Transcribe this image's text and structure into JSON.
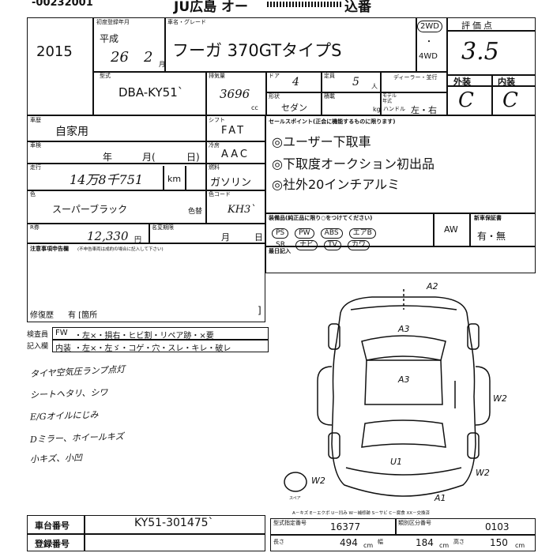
{
  "header": {
    "top_cut_left": "-00232001",
    "top_cut_right": "JU広島 オー",
    "top_cut_right2": "込番"
  },
  "year_western": "2015",
  "first_reg": {
    "label": "初度登録年月",
    "era": "平成",
    "year": "26",
    "month": "2",
    "month_unit": "月"
  },
  "car_name": {
    "label": "車名・グレード",
    "value": "フーガ 370GTタイプS"
  },
  "drive": {
    "two_wd": "2WD",
    "four_wd": "4WD",
    "dot": "・"
  },
  "score": {
    "label": "評価点",
    "value": "3.5"
  },
  "exterior": {
    "label": "外装",
    "value": "C"
  },
  "interior": {
    "label": "内装",
    "value": "C"
  },
  "model": {
    "label": "型式",
    "value": "DBA-KY51`"
  },
  "displacement": {
    "label": "排気量",
    "value": "3696",
    "unit": "cc"
  },
  "doors": {
    "label": "ドア",
    "value": "4"
  },
  "capacity": {
    "label": "定員",
    "value": "5",
    "unit": "人"
  },
  "dealer": {
    "label": "ディーラー・並行"
  },
  "shape": {
    "label": "形状",
    "value": "セダン"
  },
  "load": {
    "label": "積載",
    "unit": "kg"
  },
  "model_year": {
    "label": "モデル年式"
  },
  "handle": {
    "label": "ハンドル",
    "value": "左・右"
  },
  "usage": {
    "label": "車歴",
    "value": "自家用"
  },
  "shift": {
    "label": "シフト",
    "value": "FAT"
  },
  "inspection": {
    "label": "車検",
    "year": "年",
    "month": "月(",
    "day": "日)"
  },
  "cooling": {
    "label": "冷房",
    "value": "AAC"
  },
  "mileage": {
    "label": "走行",
    "value": "14万8千751",
    "unit": "km"
  },
  "fuel": {
    "label": "燃料",
    "value": "ガソリン"
  },
  "color": {
    "label": "色",
    "value": "スーパーブラック",
    "change_label": "色替",
    "code_label": "色コード",
    "code": "KH3`"
  },
  "recycle": {
    "label": "R券",
    "value": "12,330",
    "unit": "円"
  },
  "name_change": {
    "label": "名変期限",
    "month": "月",
    "day": "日"
  },
  "sales_points": {
    "label": "セールスポイント(正会に機能するものに限ります)",
    "items": [
      "◎ユーザー下取車",
      "◎下取度オークション初出品",
      "◎社外20インチアルミ"
    ]
  },
  "equipment": {
    "label": "装備品(純正品に限り○をつけてください)",
    "items": [
      "PS",
      "PW",
      "ABS",
      "エアB",
      "SR",
      "ナビ",
      "TV",
      "カワ"
    ],
    "aw": "AW",
    "warranty_label": "新車保証書",
    "warranty_value": "有・無"
  },
  "notes": {
    "label": "注意事項申告欄",
    "sub": "(不申告車両は成約の場合に記入して下さい)",
    "repair_label": "修復歴",
    "repair_value": "有 [箇所"
  },
  "inspector_label": "検査員",
  "inspector_label2": "記入欄",
  "inspector_rows": [
    {
      "label": "FW",
      "value": "・左×・損右・ヒビ割・リペア跡・×要"
    },
    {
      "label": "内装",
      "value": "・左×・左ゞ・コゲ・穴・スレ・キレ・破レ"
    }
  ],
  "handwritten_notes": [
    "タイヤ空気圧ランプ点灯",
    "シートヘタリ、シワ",
    "E/Gオイルにじみ",
    "Dミラー、ホイールキズ",
    "小キズ、小凹"
  ],
  "registration_label": "登録番号",
  "diagram_marks": {
    "legend": "A－キズ E－エクボ U－凹み W－補修跡 S－サビ C－腐食 XX－交換済",
    "spare": "スペア",
    "labels": [
      "A2",
      "A3",
      "A3",
      "W2",
      "U1",
      "W2",
      "W2",
      "A1"
    ]
  },
  "chassis": {
    "label": "車台番号",
    "value": "KY51-301475`"
  },
  "dimensions": {
    "label1": "型式指定番号",
    "value1": "16377",
    "label2": "類別区分番号",
    "value2": "0103",
    "length_label": "長さ",
    "length": "494",
    "length_unit": "cm",
    "width_label": "幅",
    "width": "184",
    "width_unit": "cm",
    "height_label": "高さ",
    "height": "150",
    "height_unit": "cm"
  }
}
